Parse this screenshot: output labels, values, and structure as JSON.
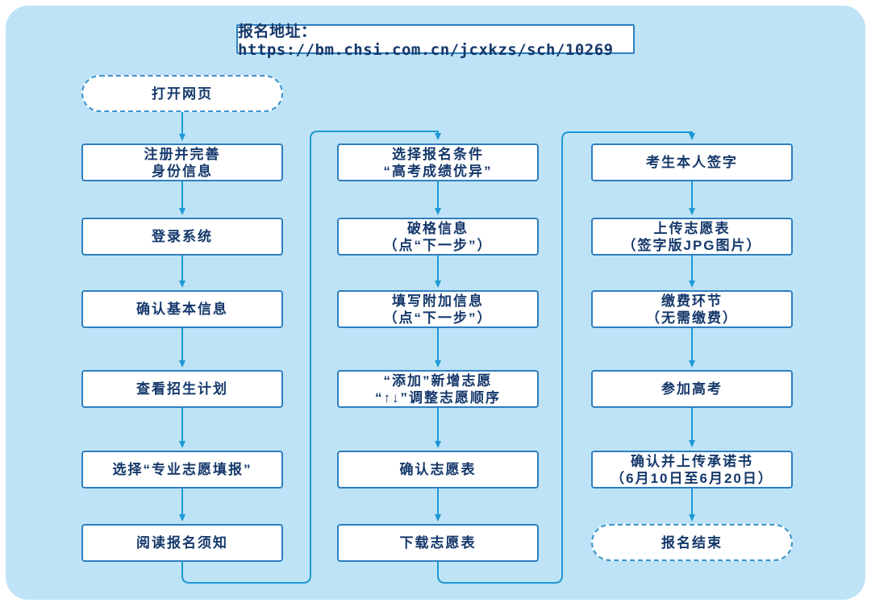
{
  "header": {
    "label": "报名地址：https://bm.chsi.com.cn/jcxkzs/sch/10269"
  },
  "colors": {
    "background": "#bee3f6",
    "box_fill": "#ffffff",
    "box_border": "#2d7fc1",
    "dash_border": "#3a93cd",
    "arrow": "#1d99d5",
    "text": "#15386b"
  },
  "flow": {
    "start": {
      "lines": [
        "打开网页"
      ]
    },
    "columns": [
      {
        "nodes": [
          {
            "lines": [
              "注册并完善",
              "身份信息"
            ]
          },
          {
            "lines": [
              "登录系统"
            ]
          },
          {
            "lines": [
              "确认基本信息"
            ]
          },
          {
            "lines": [
              "查看招生计划"
            ]
          },
          {
            "lines": [
              "选择“专业志愿填报”"
            ]
          },
          {
            "lines": [
              "阅读报名须知"
            ]
          }
        ]
      },
      {
        "nodes": [
          {
            "lines": [
              "选择报名条件",
              "“高考成绩优异”"
            ]
          },
          {
            "lines": [
              "破格信息",
              "（点“下一步”）"
            ]
          },
          {
            "lines": [
              "填写附加信息",
              "（点“下一步”）"
            ]
          },
          {
            "lines": [
              "“添加”新增志愿",
              "“↑↓”调整志愿顺序"
            ]
          },
          {
            "lines": [
              "确认志愿表"
            ]
          },
          {
            "lines": [
              "下载志愿表"
            ]
          }
        ]
      },
      {
        "nodes": [
          {
            "lines": [
              "考生本人签字"
            ]
          },
          {
            "lines": [
              "上传志愿表",
              "（签字版JPG图片）"
            ]
          },
          {
            "lines": [
              "缴费环节",
              "（无需缴费）"
            ]
          },
          {
            "lines": [
              "参加高考"
            ]
          },
          {
            "lines": [
              "确认并上传承诺书",
              "（6月10日至6月20日）"
            ]
          }
        ]
      }
    ],
    "end": {
      "lines": [
        "报名结束"
      ]
    }
  }
}
